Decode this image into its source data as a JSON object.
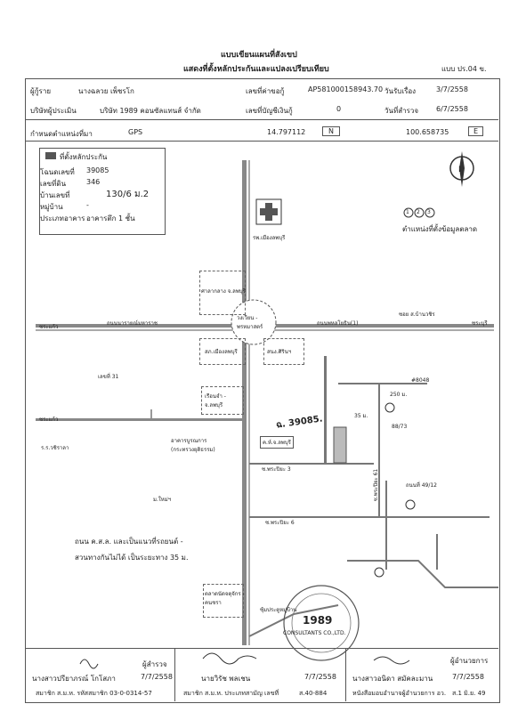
{
  "doc": {
    "title_line1": "แบบเขียนแผนที่สังเขป",
    "title_line2": "แสดงที่ตั้งหลักประกันและแปลงเปรียบเทียบ",
    "form_code": "แบบ ปร.04 ข."
  },
  "header": {
    "owner_label": "ผู้กู้ราย",
    "owner_value": "นางฉลวย  เพ็ชรโก",
    "account_label": "เลขที่ค่าขอกู้",
    "account_value": "AP581000158943.70",
    "received_label": "วันรับเรื่อง",
    "received_value": "3/7/2558",
    "company_label": "บริษัทผู้ประเมิน",
    "company_value": "บริษัท 1989 คอนซัลแทนส์ จำกัด",
    "loan_label": "เลขที่บัญชีเงินกู้",
    "loan_value": "0",
    "survey_label": "วันที่สำรวจ",
    "survey_value": "6/7/2558",
    "position_label": "กำหนดตำแหน่งที่มา",
    "position_method": "GPS",
    "lat": "14.797112",
    "lat_dir": "N",
    "lon": "100.658735",
    "lon_dir": "E"
  },
  "legend_box": {
    "title": "ที่ตั้งหลักประกัน",
    "deed_label": "โฉนดเลขที่",
    "deed_value": "39085",
    "land_label": "เลขที่ดิน",
    "land_value": "346",
    "house_label": "บ้านเลขที่",
    "house_value": "130/6 ม.2",
    "village_label": "หมู่บ้าน",
    "village_value": "-",
    "type_label": "ประเภทอาคาร",
    "type_value": "อาคารตึก 1 ชั้น"
  },
  "compare": {
    "circle1": "1",
    "circle2": "2",
    "circle3": "3",
    "label": "ตำแหน่งที่ตั้งข้อมูลตลาด"
  },
  "map_labels": {
    "hospital": "รพ.เมืองลพบุรี",
    "provincial_hall": "ศาลากลาง จ.ลพบุรี",
    "circle_road": "วงเวียน -\nพรหมาสตร์",
    "district_office": "สภ.เมืองลพบุรี",
    "sirin": "สนง.ศิรินฯ",
    "prison": "เรือนจำ -\nจ.ลพบุรี",
    "road_left": "ถนนนารายณ์มหาราช",
    "road_right": "ถนนพหลโยธิน(1)",
    "alley_right": "ซอย ส.บ้านวชิร",
    "wat_road_left": "ซระแก้ว",
    "wat_road_left2": "ซระแก้ว",
    "right_end": "ซระบุรี",
    "temple_bldg": "อาคารบูรณการ\n(กระทรวงยุติธรรม)",
    "school_left": "ร.ร.วชิราลา",
    "lake": "ม.ใหม่ฯ",
    "pt_label": "ค.ห์.จ.ลพบุรี",
    "deed_marker": "ฉ. 39085.",
    "distance1": "35 ม.",
    "distance2": "250 ม.",
    "lane3": "ซ.พระปิยะ 3",
    "lane6": "ซ.พระปิยะ 6",
    "lane_side": "ซ.พระปิยะ 61",
    "mark_4048": "#8048",
    "mark_88073": "88/73",
    "mark_4912": "ถนนที่ 49/12",
    "house31": "เลขที่ 31",
    "road_note1": "ถนน ค.ส.ล. และเป็นแนวที่รถยนต์ -",
    "road_note2": "สวนทางกันไม่ได้ เป็นระยะทาง 35 ม.",
    "market_note": "ตลาดนัดจตุจักร -\nคนชรา",
    "bottom_road": "ซุ้มประตูหมู่บ้าน"
  },
  "stamp": {
    "year": "1989",
    "text": "CONSULTANTS CO.,LTD."
  },
  "footer": {
    "surveyor_role": "ผู้สำรวจ",
    "surveyor_name": "นางสาวปรียาภรณ์  โกโสภา",
    "surveyor_date": "7/7/2558",
    "surveyor_member": "สมาชิก ส.ม.ห. รหัสสมาชิก 03-0-0314-57",
    "checker_name": "นายวิรัช  พลเชน",
    "checker_date": "7/7/2558",
    "checker_member": "สมาชิก ส.ม.ห. ประเภทสามัญ เลขที่",
    "checker_no": "ส.40-884",
    "approver_role": "ผู้อำนวยการ",
    "approver_name": "นางสาวอนิดา  สมัคละมาน",
    "approver_date": "7/7/2558",
    "approver_member": "หนังสือมอบอำนาจผู้อำนวยการ อว.",
    "approver_ref": "ส.1 มิ.ย. 49"
  }
}
